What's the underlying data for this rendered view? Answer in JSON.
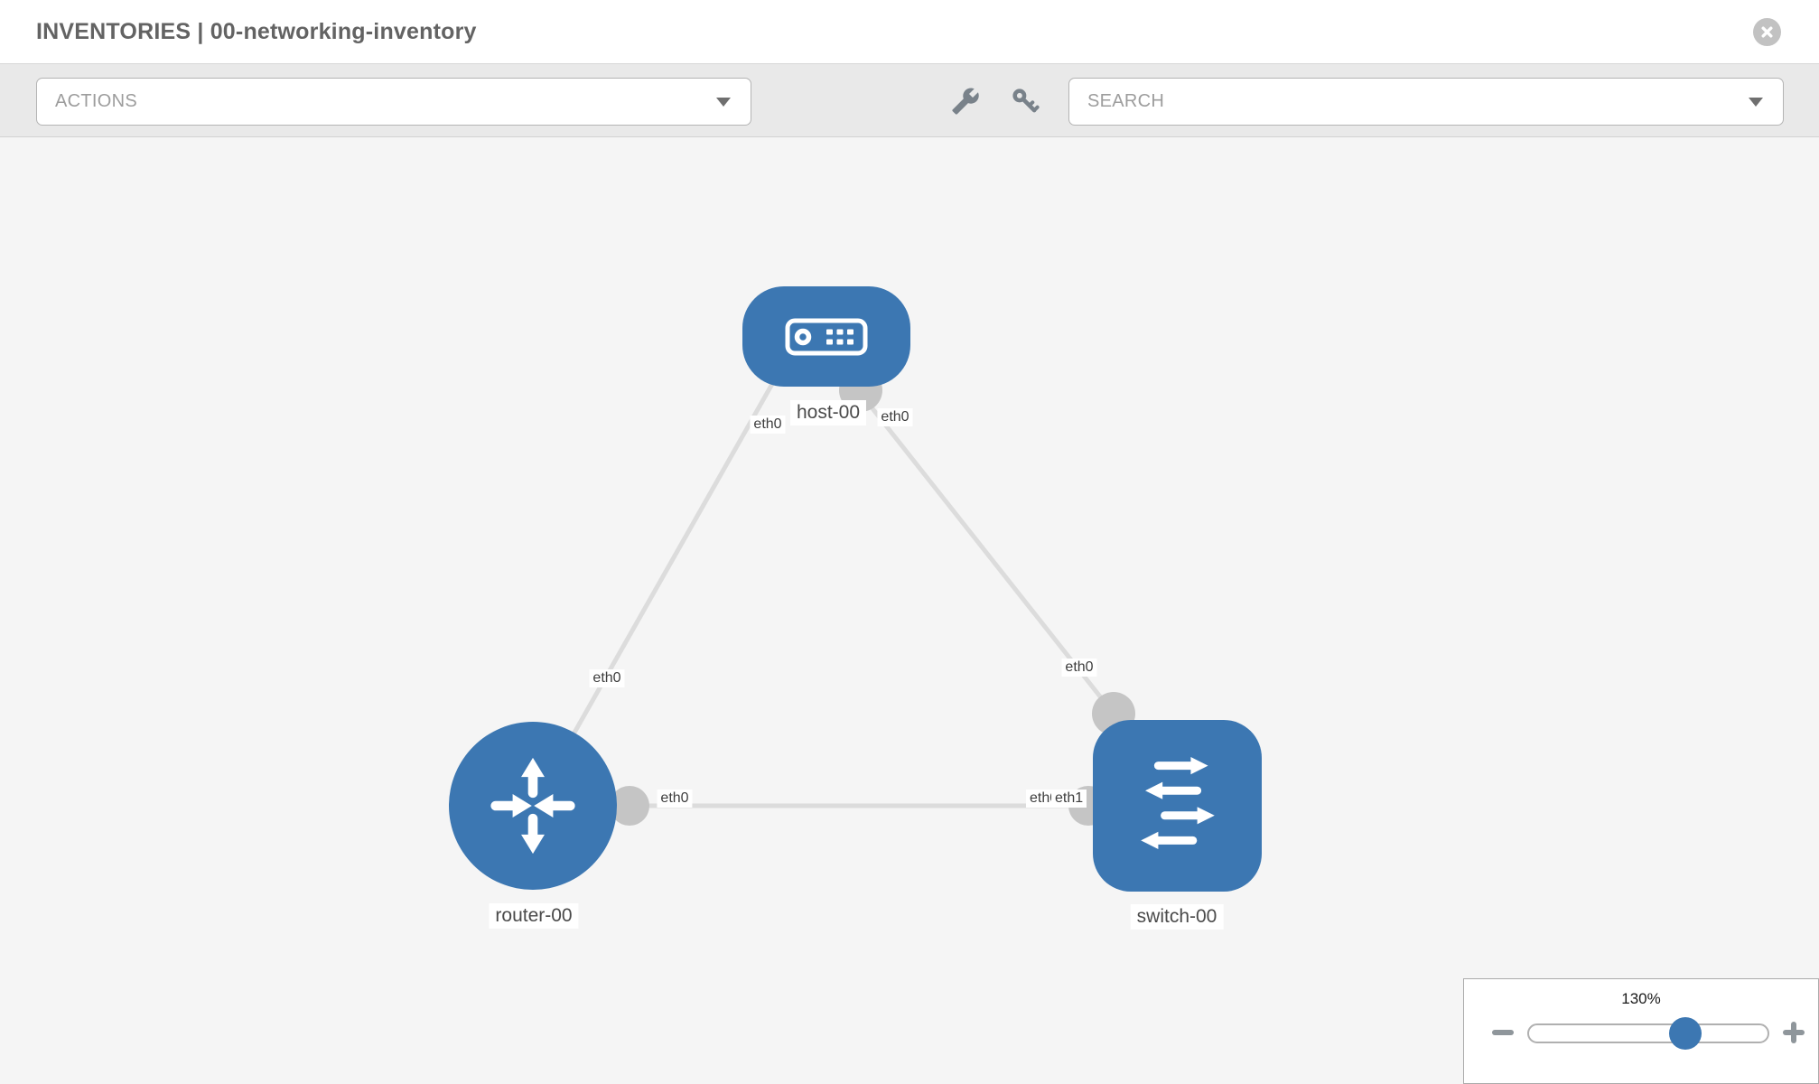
{
  "header": {
    "title": "INVENTORIES | 00-networking-inventory"
  },
  "toolbar": {
    "actions_placeholder": "ACTIONS",
    "search_placeholder": "SEARCH",
    "icons": [
      "wrench-icon",
      "key-icon"
    ]
  },
  "topology": {
    "nodes": [
      {
        "id": "host-00",
        "type": "host",
        "label": "host-00"
      },
      {
        "id": "router-00",
        "type": "router",
        "label": "router-00"
      },
      {
        "id": "switch-00",
        "type": "switch",
        "label": "switch-00"
      }
    ],
    "links": [
      {
        "from": "router-00",
        "to": "host-00",
        "from_interface": "eth0",
        "to_interface": "eth0"
      },
      {
        "from": "host-00",
        "to": "switch-00",
        "from_interface": "eth0",
        "to_interface": "eth0"
      },
      {
        "from": "router-00",
        "to": "switch-00",
        "from_interface": "eth0",
        "to_interface": "eth1",
        "obscured_interface": "eth0"
      }
    ]
  },
  "zoom_control": {
    "level": "130%",
    "slider_percent": 65
  },
  "colors": {
    "node_blue": "#3c77b2",
    "link_gray": "#dcdcdc",
    "interface_dot_gray": "#c5c5c5",
    "canvas_bg": "#f5f5f5",
    "toolbar_bg": "#e9e9e9",
    "icon_gray": "#79828a"
  }
}
